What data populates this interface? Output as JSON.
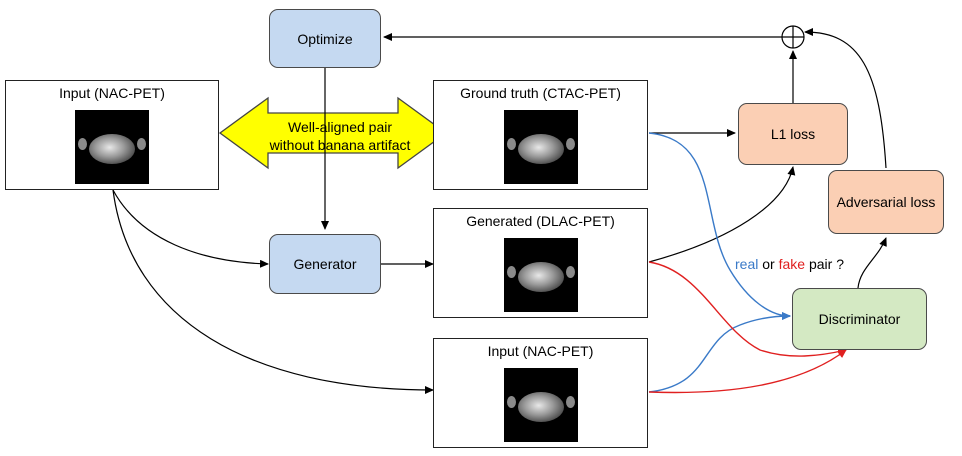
{
  "nodes": {
    "optimize": "Optimize",
    "generator": "Generator",
    "l1_loss": "L1 loss",
    "adversarial_loss": "Adversarial loss",
    "discriminator": "Discriminator"
  },
  "panels": {
    "input_top": "Input (NAC-PET)",
    "ground_truth": "Ground truth (CTAC-PET)",
    "generated": "Generated (DLAC-PET)",
    "input_bottom": "Input (NAC-PET)"
  },
  "double_arrow": {
    "line1": "Well-aligned pair",
    "line2": "without banana artifact"
  },
  "question": {
    "real": "real",
    "or": "or",
    "fake": "fake",
    "suffix": "pair ?"
  },
  "colors": {
    "real": "#3a7ac8",
    "fake": "#e02020",
    "arrow_fill": "#ffff00",
    "process_fill": "#c5d9f1",
    "loss_fill": "#fbcfb4",
    "discriminator_fill": "#d4e9c3"
  }
}
